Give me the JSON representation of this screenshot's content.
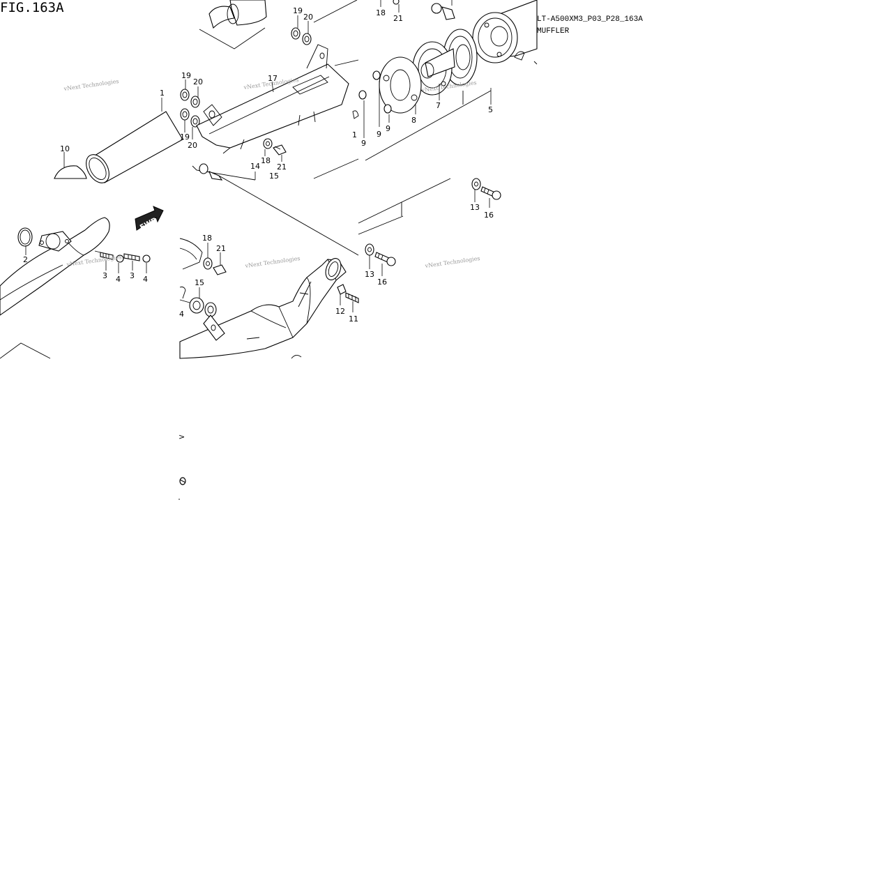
{
  "header": {
    "figure": "FIG.163A",
    "model_code": "LT-A500XM3_P03_P28_163A",
    "section": "MUFFLER"
  },
  "watermark": "vNext Technologies",
  "fwd_label": "FWD",
  "stray_marks": {
    "gt": ">"
  },
  "callouts": {
    "c1a": "1",
    "c1b": "1",
    "c2": "2",
    "c3a": "3",
    "c3b": "3",
    "c4a": "4",
    "c4b": "4",
    "c4c": "4",
    "c5": "5",
    "c7": "7",
    "c8": "8",
    "c9a": "9",
    "c9b": "9",
    "c9c": "9",
    "c10": "10",
    "c11": "11",
    "c12": "12",
    "c13a": "13",
    "c13b": "13",
    "c14": "14",
    "c15a": "15",
    "c15b": "15",
    "c16a": "16",
    "c16b": "16",
    "c17": "17",
    "c18a": "18",
    "c18b": "18",
    "c18c": "18",
    "c19a": "19",
    "c19b": "19",
    "c19c": "19",
    "c20a": "20",
    "c20b": "20",
    "c20c": "20",
    "c21a": "21",
    "c21b": "21",
    "c21c": "21"
  },
  "colors": {
    "line": "#000000",
    "watermark": "#9a9a9a",
    "background": "#ffffff"
  }
}
